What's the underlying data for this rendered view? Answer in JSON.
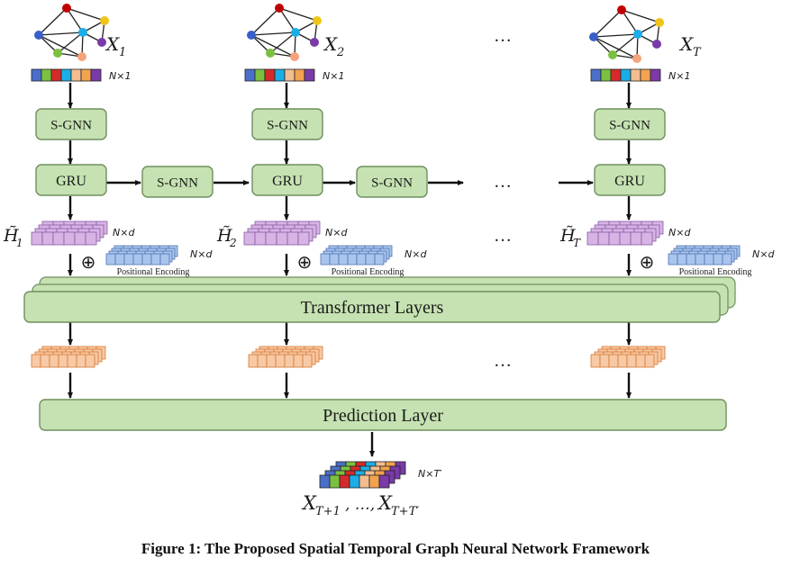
{
  "figure": {
    "caption": "Figure 1: The Proposed Spatial Temporal Graph Neural Network Framework",
    "ellipsis": "…"
  },
  "graphs": [
    {
      "label": "X",
      "sub": "1",
      "dim": "N×1"
    },
    {
      "label": "X",
      "sub": "2",
      "dim": "N×1"
    },
    {
      "label": "X",
      "sub": "T",
      "dim": "N×1"
    }
  ],
  "blocks": {
    "sgnn": "S-GNN",
    "gru": "GRU",
    "transformer": "Transformer Layers",
    "prediction": "Prediction Layer"
  },
  "hidden": [
    {
      "label": "H̃",
      "sub": "1",
      "dim": "N×d"
    },
    {
      "label": "H̃",
      "sub": "2",
      "dim": "N×d"
    },
    {
      "label": "H̃",
      "sub": "T",
      "dim": "N×d"
    }
  ],
  "positional": {
    "label": "Positional Encoding",
    "dim": "N×d",
    "op": "⊕"
  },
  "output": {
    "dim": "N×T′",
    "label_main": "X",
    "label_sub_a": "T+1",
    "label_mid": ", …, ",
    "label_sub_b": "T+T′"
  },
  "colors": {
    "block_fill": "#c6e2b2",
    "block_stroke": "#6f8f5f",
    "feature_cells": [
      "#4a6fc9",
      "#7cc040",
      "#d62a2a",
      "#1aaee8",
      "#f3bd8f",
      "#f3a24f",
      "#7a3aa8"
    ],
    "node_colors": [
      "#c00000",
      "#f0c419",
      "#3a5fc8",
      "#1aaee8",
      "#7a3aa8",
      "#7cc040",
      "#f4a37a"
    ],
    "hidden_fill": "#d6b4e4",
    "hidden_stroke": "#8a5aa6",
    "pe_fill": "#a9c5ee",
    "pe_stroke": "#4f73b3",
    "out_fill": "#f7c9a6",
    "out_stroke": "#d7782e"
  }
}
